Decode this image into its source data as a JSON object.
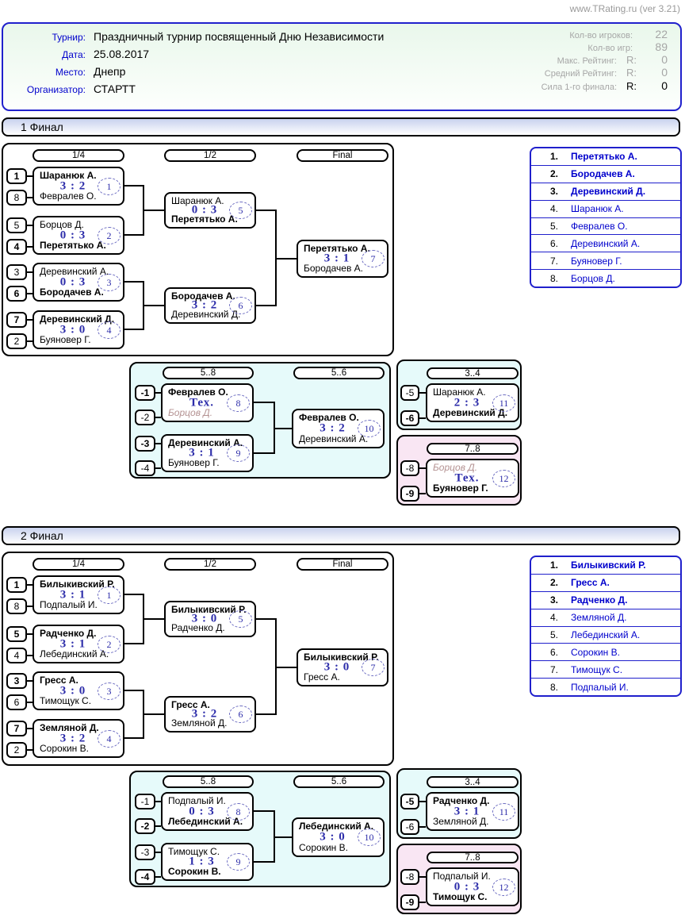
{
  "site": {
    "label": "www.TRating.ru (ver 3.21)"
  },
  "header": {
    "fields": [
      {
        "label": "Турнир:",
        "value": "Праздничный турнир посвященный Дню Независимости"
      },
      {
        "label": "Дата:",
        "value": "25.08.2017"
      },
      {
        "label": "Место:",
        "value": "Днепр"
      },
      {
        "label": "Организатор:",
        "value": "СТАРТТ"
      }
    ],
    "stats": [
      {
        "label": "Кол-во игроков:",
        "value": "22"
      },
      {
        "label": "Кол-во игр:",
        "value": "89"
      },
      {
        "label": "Макс. Рейтинг:",
        "r": "R:",
        "value": "0"
      },
      {
        "label": "Средний Рейтинг:",
        "r": "R:",
        "value": "0"
      },
      {
        "label": "Сила 1-го финала:",
        "r": "R:",
        "value": "0"
      }
    ]
  },
  "rounds": {
    "qf": "1/4",
    "sf": "1/2",
    "final": "Final",
    "p58": "5..8",
    "p56": "5..6",
    "p34": "3..4",
    "p78": "7..8"
  },
  "colors": {
    "accent_blue": "#0000cc",
    "score_blue": "#2d2daa",
    "cyan_bg": "#e6fafa",
    "pink_bg": "#f9e6f3"
  },
  "b1": {
    "title": "1 Финал",
    "qf": [
      {
        "seed_top": "1",
        "top": "Шаранюк А.",
        "score": "3 : 2",
        "num": "1",
        "bottom": "Февралев О.",
        "seed_bottom": "8"
      },
      {
        "seed_top": "5",
        "top": "Борцов Д.",
        "score": "0 : 3",
        "num": "2",
        "bottom": "Перетятько А.",
        "seed_bottom": "4"
      },
      {
        "seed_top": "3",
        "top": "Деревинский А.",
        "score": "0 : 3",
        "num": "3",
        "bottom": "Бородачев А.",
        "seed_bottom": "6"
      },
      {
        "seed_top": "7",
        "top": "Деревинский Д.",
        "score": "3 : 0",
        "num": "4",
        "bottom": "Буяновер Г.",
        "seed_bottom": "2"
      }
    ],
    "sf": [
      {
        "top": "Шаранюк А.",
        "score": "0 : 3",
        "num": "5",
        "bottom": "Перетятько А."
      },
      {
        "top": "Бородачев А.",
        "score": "3 : 2",
        "num": "6",
        "bottom": "Деревинский Д."
      }
    ],
    "final": {
      "top": "Перетятько А.",
      "score": "3 : 1",
      "num": "7",
      "bottom": "Бородачев А."
    },
    "p58": [
      {
        "seed_top": "-1",
        "top": "Февралев О.",
        "score": "Тех.",
        "num": "8",
        "bottom": "Борцов Д.",
        "seed_bottom": "-2"
      },
      {
        "seed_top": "-3",
        "top": "Деревинский А.",
        "score": "3 : 1",
        "num": "9",
        "bottom": "Буяновер Г.",
        "seed_bottom": "-4"
      }
    ],
    "p56": {
      "top": "Февралев О.",
      "score": "3 : 2",
      "num": "10",
      "bottom": "Деревинский А."
    },
    "p34": {
      "seed_top": "-5",
      "top": "Шаранюк А.",
      "score": "2 : 3",
      "num": "11",
      "bottom": "Деревинский Д.",
      "seed_bottom": "-6"
    },
    "p78": {
      "seed_top": "-8",
      "top": "Борцов Д.",
      "score": "Тех.",
      "num": "12",
      "bottom": "Буяновер Г.",
      "seed_bottom": "-9"
    },
    "standings": [
      {
        "rank": "1.",
        "name": "Перетятько А."
      },
      {
        "rank": "2.",
        "name": "Бородачев А."
      },
      {
        "rank": "3.",
        "name": "Деревинский Д."
      },
      {
        "rank": "4.",
        "name": "Шаранюк А."
      },
      {
        "rank": "5.",
        "name": "Февралев О."
      },
      {
        "rank": "6.",
        "name": "Деревинский А."
      },
      {
        "rank": "7.",
        "name": "Буяновер Г."
      },
      {
        "rank": "8.",
        "name": "Борцов Д."
      }
    ]
  },
  "b2": {
    "title": "2 Финал",
    "qf": [
      {
        "seed_top": "1",
        "top": "Билыкивский Р.",
        "score": "3 : 1",
        "num": "1",
        "bottom": "Подпалый И.",
        "seed_bottom": "8"
      },
      {
        "seed_top": "5",
        "top": "Радченко Д.",
        "score": "3 : 1",
        "num": "2",
        "bottom": "Лебединский А.",
        "seed_bottom": "4"
      },
      {
        "seed_top": "3",
        "top": "Гресс А.",
        "score": "3 : 0",
        "num": "3",
        "bottom": "Тимощук С.",
        "seed_bottom": "6"
      },
      {
        "seed_top": "7",
        "top": "Земляной Д.",
        "score": "3 : 2",
        "num": "4",
        "bottom": "Сорокин В.",
        "seed_bottom": "2"
      }
    ],
    "sf": [
      {
        "top": "Билыкивский Р.",
        "score": "3 : 0",
        "num": "5",
        "bottom": "Радченко Д."
      },
      {
        "top": "Гресс А.",
        "score": "3 : 2",
        "num": "6",
        "bottom": "Земляной Д."
      }
    ],
    "final": {
      "top": "Билыкивский Р.",
      "score": "3 : 0",
      "num": "7",
      "bottom": "Гресс А."
    },
    "p58": [
      {
        "seed_top": "-1",
        "top": "Подпалый И.",
        "score": "0 : 3",
        "num": "8",
        "bottom": "Лебединский А.",
        "seed_bottom": "-2"
      },
      {
        "seed_top": "-3",
        "top": "Тимощук С.",
        "score": "1 : 3",
        "num": "9",
        "bottom": "Сорокин В.",
        "seed_bottom": "-4"
      }
    ],
    "p56": {
      "top": "Лебединский А.",
      "score": "3 : 0",
      "num": "10",
      "bottom": "Сорокин В."
    },
    "p34": {
      "seed_top": "-5",
      "top": "Радченко Д.",
      "score": "3 : 1",
      "num": "11",
      "bottom": "Земляной Д.",
      "seed_bottom": "-6"
    },
    "p78": {
      "seed_top": "-8",
      "top": "Подпалый И.",
      "score": "0 : 3",
      "num": "12",
      "bottom": "Тимощук С.",
      "seed_bottom": "-9"
    },
    "standings": [
      {
        "rank": "1.",
        "name": "Билыкивский Р."
      },
      {
        "rank": "2.",
        "name": "Гресс А."
      },
      {
        "rank": "3.",
        "name": "Радченко Д."
      },
      {
        "rank": "4.",
        "name": "Земляной Д."
      },
      {
        "rank": "5.",
        "name": "Лебединский А."
      },
      {
        "rank": "6.",
        "name": "Сорокин В."
      },
      {
        "rank": "7.",
        "name": "Тимощук С."
      },
      {
        "rank": "8.",
        "name": "Подпалый И."
      }
    ]
  }
}
